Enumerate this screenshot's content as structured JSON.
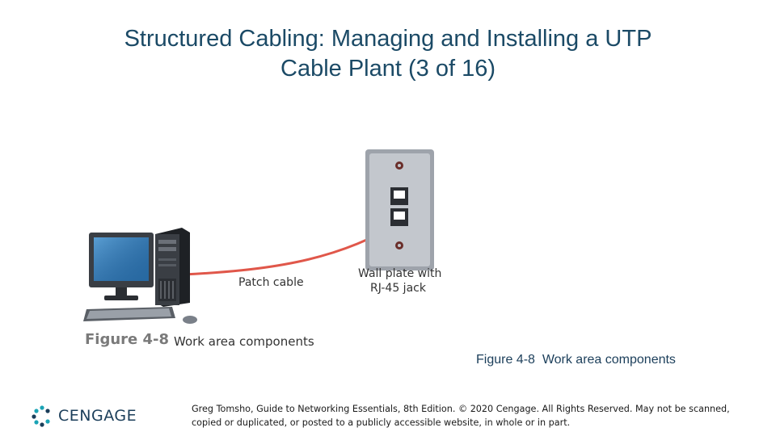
{
  "slide": {
    "title_line1": "Structured Cabling: Managing and Installing a UTP",
    "title_line2": "Cable Plant (3 of 16)"
  },
  "figure": {
    "patch_cable_label": "Patch cable",
    "wall_plate_label_line1": "Wall plate with",
    "wall_plate_label_line2": "RJ-45 jack",
    "figure_number": "Figure 4-8",
    "figure_title": "Work area components"
  },
  "caption": "Figure 4-8  Work area components",
  "footer": {
    "logo_text": "CENGAGE",
    "copyright_line1": "Greg Tomsho, Guide to Networking Essentials, 8th Edition. © 2020 Cengage. All Rights Reserved. May not be scanned,",
    "copyright_line2": "copied or duplicated, or posted to a publicly accessible website, in whole or in part."
  },
  "colors": {
    "title": "#1b4a66",
    "cable": "#e0574a",
    "wall_plate": "#b8bcc4",
    "computer_dark": "#2b2e33",
    "logo_teal": "#1aa3b5"
  }
}
